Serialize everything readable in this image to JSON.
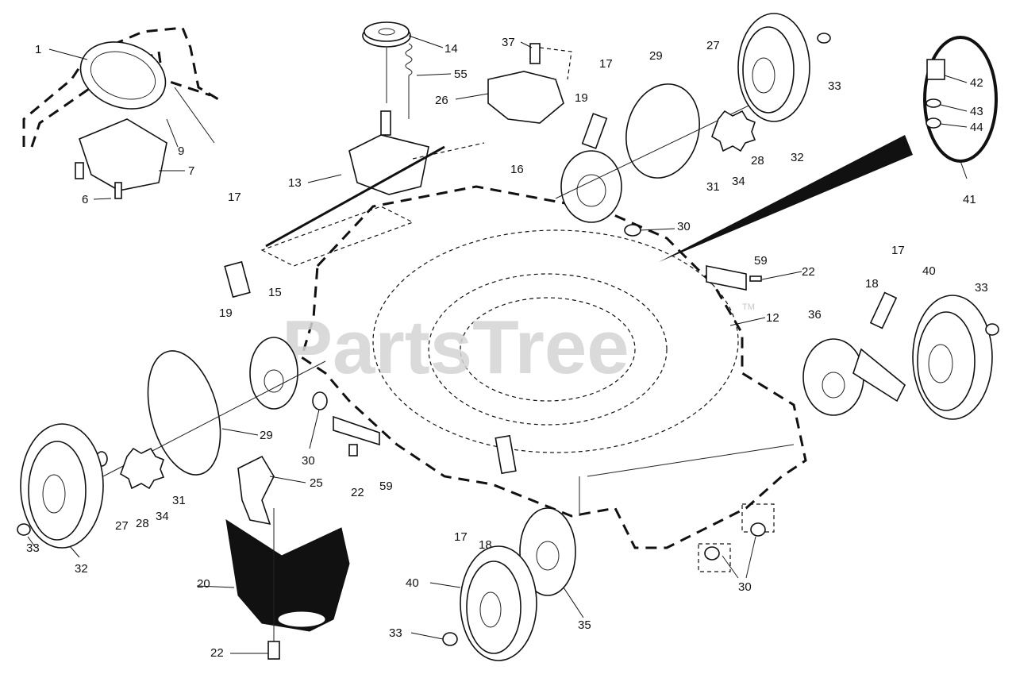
{
  "watermark": {
    "text": "PartsTree",
    "mark": "TM"
  },
  "callouts": [
    {
      "id": "c1",
      "text": "1"
    },
    {
      "id": "c9",
      "text": "9"
    },
    {
      "id": "c7",
      "text": "7"
    },
    {
      "id": "c6",
      "text": "6"
    },
    {
      "id": "c14",
      "text": "14"
    },
    {
      "id": "c55",
      "text": "55"
    },
    {
      "id": "c13",
      "text": "13"
    },
    {
      "id": "c37",
      "text": "37"
    },
    {
      "id": "c26",
      "text": "26"
    },
    {
      "id": "c17a",
      "text": "17"
    },
    {
      "id": "c29a",
      "text": "29"
    },
    {
      "id": "c19a",
      "text": "19"
    },
    {
      "id": "c16",
      "text": "16"
    },
    {
      "id": "c27a",
      "text": "27"
    },
    {
      "id": "c33a",
      "text": "33"
    },
    {
      "id": "c32a",
      "text": "32"
    },
    {
      "id": "c28a",
      "text": "28"
    },
    {
      "id": "c31a",
      "text": "31"
    },
    {
      "id": "c34a",
      "text": "34"
    },
    {
      "id": "c30a",
      "text": "30"
    },
    {
      "id": "c42",
      "text": "42"
    },
    {
      "id": "c43",
      "text": "43"
    },
    {
      "id": "c44",
      "text": "44"
    },
    {
      "id": "c41",
      "text": "41"
    },
    {
      "id": "c17b",
      "text": "17"
    },
    {
      "id": "c19b",
      "text": "19"
    },
    {
      "id": "c15",
      "text": "15"
    },
    {
      "id": "c59a",
      "text": "59"
    },
    {
      "id": "c22a",
      "text": "22"
    },
    {
      "id": "c12",
      "text": "12"
    },
    {
      "id": "c17c",
      "text": "17"
    },
    {
      "id": "c40a",
      "text": "40"
    },
    {
      "id": "c33b",
      "text": "33"
    },
    {
      "id": "c18a",
      "text": "18"
    },
    {
      "id": "c36",
      "text": "36"
    },
    {
      "id": "c29b",
      "text": "29"
    },
    {
      "id": "c30b",
      "text": "30"
    },
    {
      "id": "c25",
      "text": "25"
    },
    {
      "id": "c22b",
      "text": "22"
    },
    {
      "id": "c59b",
      "text": "59"
    },
    {
      "id": "c31b",
      "text": "31"
    },
    {
      "id": "c34b",
      "text": "34"
    },
    {
      "id": "c28b",
      "text": "28"
    },
    {
      "id": "c27b",
      "text": "27"
    },
    {
      "id": "c33c",
      "text": "33"
    },
    {
      "id": "c32b",
      "text": "32"
    },
    {
      "id": "c17d",
      "text": "17"
    },
    {
      "id": "c18b",
      "text": "18"
    },
    {
      "id": "c20",
      "text": "20"
    },
    {
      "id": "c40b",
      "text": "40"
    },
    {
      "id": "c35",
      "text": "35"
    },
    {
      "id": "c33d",
      "text": "33"
    },
    {
      "id": "c22c",
      "text": "22"
    },
    {
      "id": "c30c",
      "text": "30"
    }
  ]
}
